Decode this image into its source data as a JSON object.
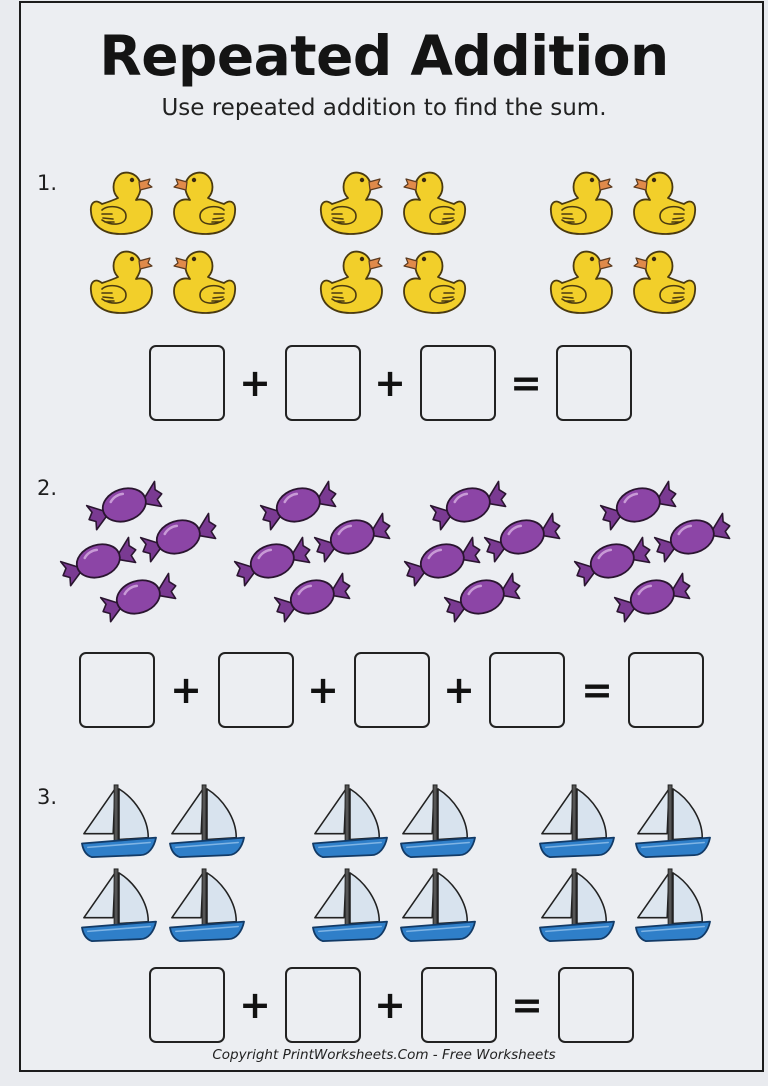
{
  "worksheet": {
    "title": "Repeated Addition",
    "instructions": "Use repeated addition to find the sum.",
    "footer": "Copyright PrintWorksheets.Com - Free Worksheets"
  },
  "problems": [
    {
      "number": "1.",
      "object": "duck-icon",
      "groups": 3,
      "items_per_group": 4,
      "equation": {
        "boxes": 4,
        "operators": [
          "+",
          "+",
          "="
        ],
        "answers": [
          "",
          "",
          "",
          ""
        ]
      }
    },
    {
      "number": "2.",
      "object": "candy-icon",
      "groups": 4,
      "items_per_group": 4,
      "equation": {
        "boxes": 5,
        "operators": [
          "+",
          "+",
          "+",
          "="
        ],
        "answers": [
          "",
          "",
          "",
          "",
          ""
        ]
      }
    },
    {
      "number": "3.",
      "object": "sailboat-icon",
      "groups": 3,
      "items_per_group": 4,
      "equation": {
        "boxes": 4,
        "operators": [
          "+",
          "+",
          "="
        ],
        "answers": [
          "",
          "",
          "",
          ""
        ]
      }
    }
  ],
  "colors": {
    "duck_body": "#f2cf2a",
    "duck_beak": "#e08a4a",
    "candy": "#8c45a6",
    "boat_hull": "#2f7fc9",
    "sail": "#dde6ef",
    "border": "#1c1c1c"
  }
}
